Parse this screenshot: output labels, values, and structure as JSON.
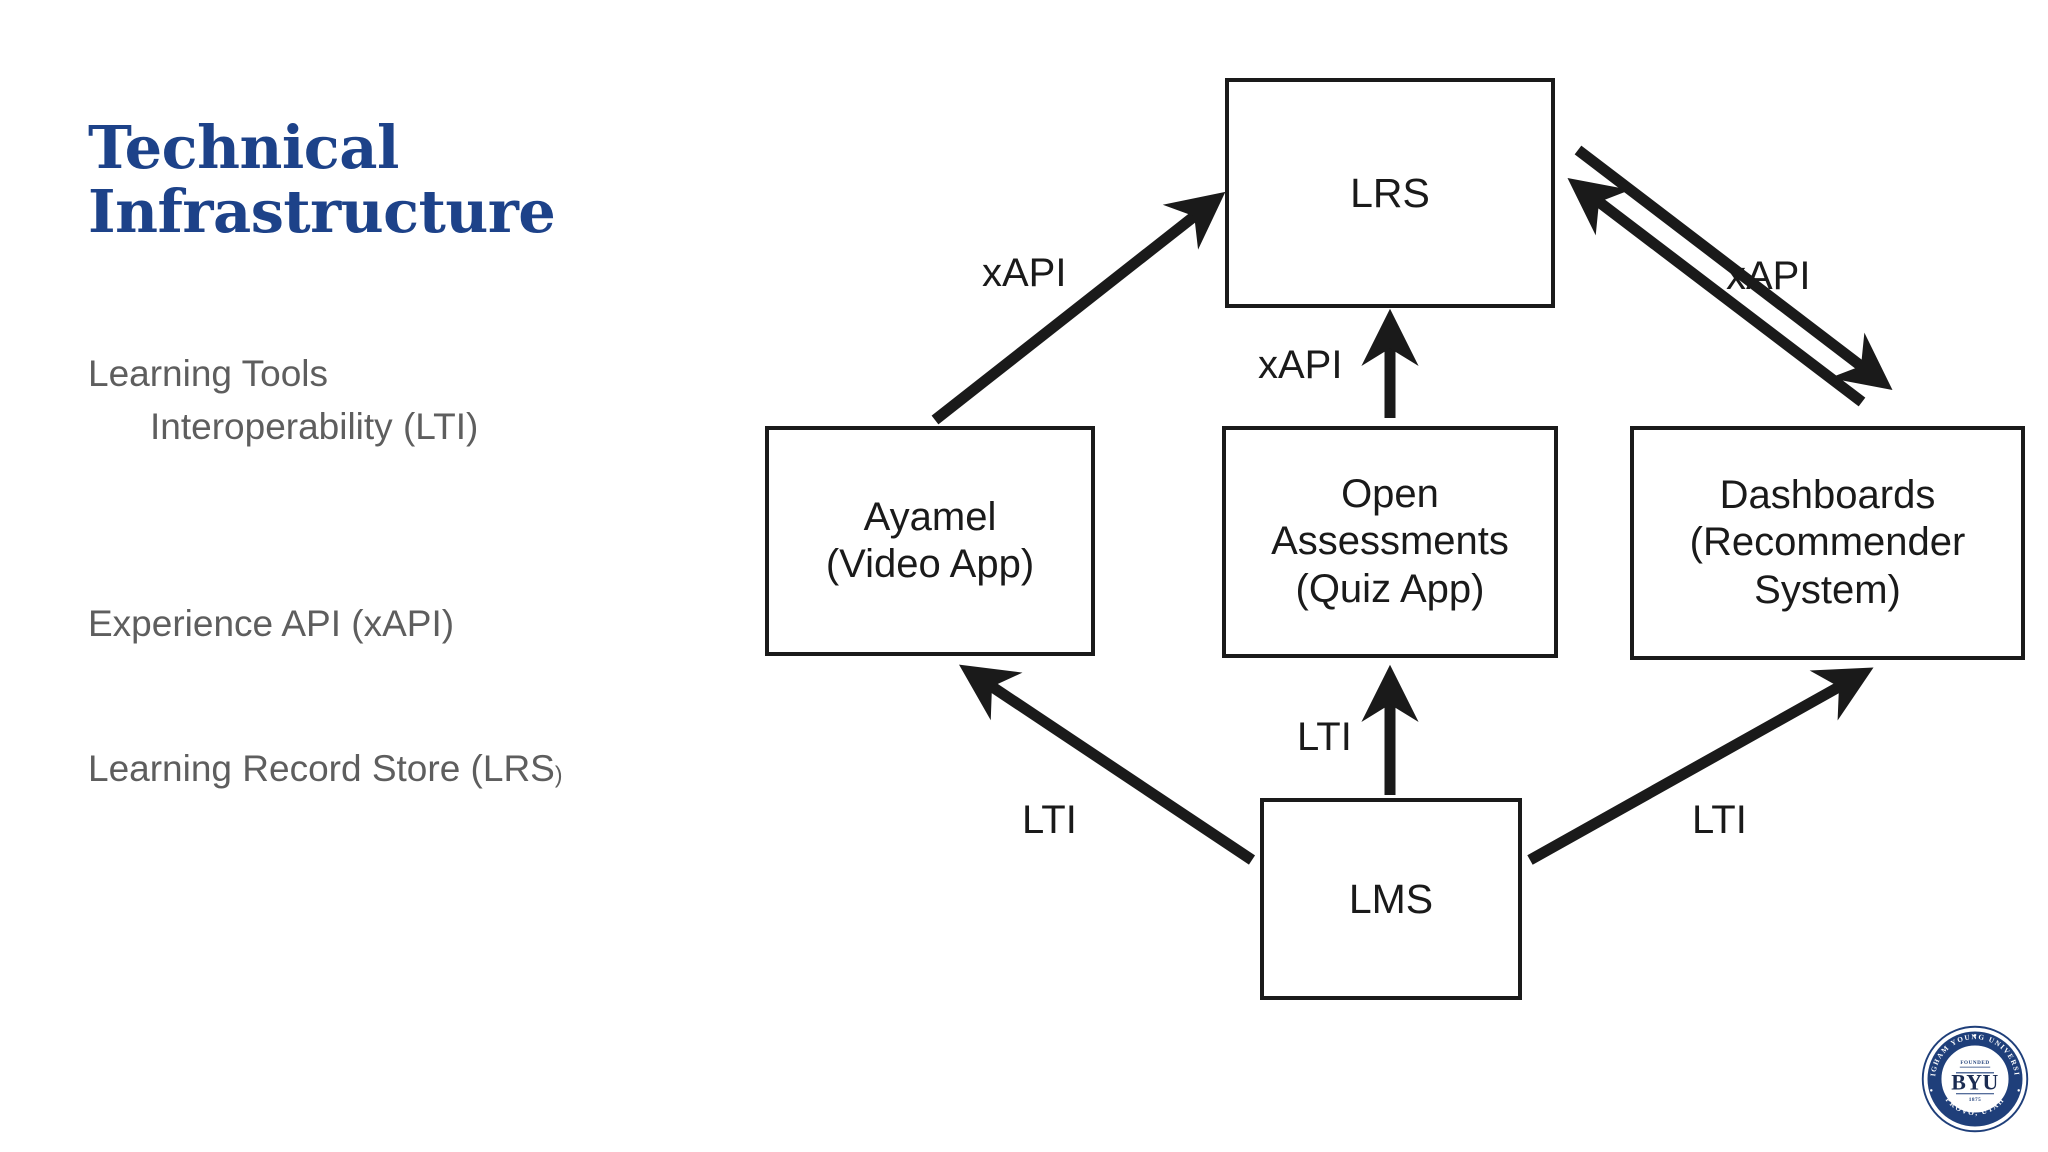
{
  "slide": {
    "title": "Technical\nInfrastructure",
    "title_color": "#1d4289",
    "body_text_color": "#5e5e5e",
    "background_color": "#ffffff",
    "bullets": [
      {
        "line1": "Learning Tools",
        "line2": "Interoperability (LTI)"
      },
      {
        "line1": "Experience API (xAPI)",
        "line2": ""
      },
      {
        "line1": "Learning Record Store (LRS",
        "line2": "",
        "trailing": ")"
      }
    ]
  },
  "diagram": {
    "type": "block-flow",
    "stroke_color": "#1a1a1a",
    "nodes": [
      {
        "id": "lrs",
        "label": "LRS"
      },
      {
        "id": "ayamel",
        "label": "Ayamel\n(Video App)"
      },
      {
        "id": "open",
        "label": "Open\nAssessments\n(Quiz App)"
      },
      {
        "id": "dash",
        "label": "Dashboards\n(Recommender\nSystem)"
      },
      {
        "id": "lms",
        "label": "LMS"
      }
    ],
    "edges": [
      {
        "from": "ayamel",
        "to": "lrs",
        "label": "xAPI",
        "direction": "one-way"
      },
      {
        "from": "open",
        "to": "lrs",
        "label": "xAPI",
        "direction": "one-way"
      },
      {
        "from": "dash",
        "to": "lrs",
        "label": "xAPI",
        "direction": "two-way"
      },
      {
        "from": "lms",
        "to": "ayamel",
        "label": "LTI",
        "direction": "one-way"
      },
      {
        "from": "lms",
        "to": "open",
        "label": "LTI",
        "direction": "one-way"
      },
      {
        "from": "lms",
        "to": "dash",
        "label": "LTI",
        "direction": "one-way"
      }
    ],
    "labels": {
      "xapi_left": "xAPI",
      "xapi_center": "xAPI",
      "xapi_right": "xAPI",
      "lti_left": "LTI",
      "lti_center": "LTI",
      "lti_right": "LTI"
    }
  },
  "logo": {
    "name": "byu-seal",
    "monogram": "BYU",
    "ring_top_text": "BRIGHAM YOUNG UNIVERSITY",
    "ring_bottom_text": "PROVO, UTAH",
    "founded_label": "FOUNDED",
    "founded_year": "1875",
    "color": "#1f3f7a"
  }
}
